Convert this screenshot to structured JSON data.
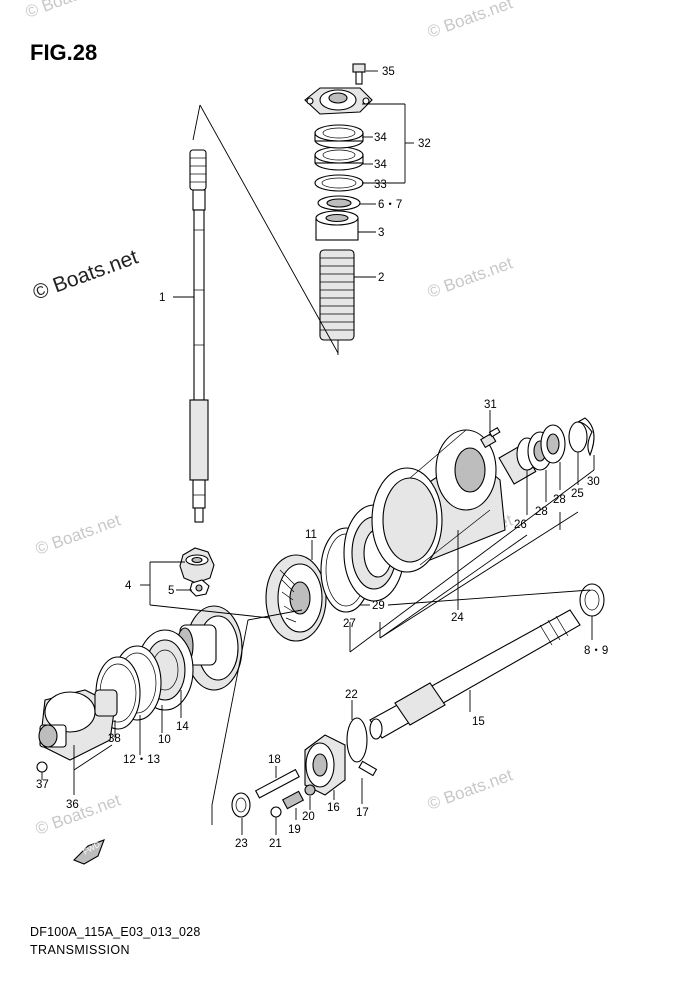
{
  "figure": {
    "title": "FIG.28"
  },
  "footer": {
    "code": "DF100A_115A_E03_013_028",
    "name": "TRANSMISSION"
  },
  "watermark": {
    "text": "© Boats.net",
    "prominent_text": "© Boats.net"
  },
  "arrow_label": "FWD",
  "callouts": [
    {
      "id": "c35",
      "text": "35"
    },
    {
      "id": "c34a",
      "text": "34"
    },
    {
      "id": "c32",
      "text": "32"
    },
    {
      "id": "c34b",
      "text": "34"
    },
    {
      "id": "c33",
      "text": "33"
    },
    {
      "id": "c67",
      "text": "6・7"
    },
    {
      "id": "c3",
      "text": "3"
    },
    {
      "id": "c2",
      "text": "2"
    },
    {
      "id": "c1",
      "text": "1"
    },
    {
      "id": "c31",
      "text": "31"
    },
    {
      "id": "c30",
      "text": "30"
    },
    {
      "id": "c25",
      "text": "25"
    },
    {
      "id": "c28a",
      "text": "28"
    },
    {
      "id": "c28b",
      "text": "28"
    },
    {
      "id": "c26",
      "text": "26"
    },
    {
      "id": "c11",
      "text": "11"
    },
    {
      "id": "c4",
      "text": "4"
    },
    {
      "id": "c5",
      "text": "5"
    },
    {
      "id": "c29",
      "text": "29"
    },
    {
      "id": "c27",
      "text": "27"
    },
    {
      "id": "c24",
      "text": "24"
    },
    {
      "id": "c89",
      "text": "8・9"
    },
    {
      "id": "c22",
      "text": "22"
    },
    {
      "id": "c15",
      "text": "15"
    },
    {
      "id": "c38",
      "text": "38"
    },
    {
      "id": "c1213",
      "text": "12・13"
    },
    {
      "id": "c10",
      "text": "10"
    },
    {
      "id": "c14",
      "text": "14"
    },
    {
      "id": "c37",
      "text": "37"
    },
    {
      "id": "c36",
      "text": "36"
    },
    {
      "id": "c18",
      "text": "18"
    },
    {
      "id": "c16",
      "text": "16"
    },
    {
      "id": "c17",
      "text": "17"
    },
    {
      "id": "c20",
      "text": "20"
    },
    {
      "id": "c19",
      "text": "19"
    },
    {
      "id": "c21",
      "text": "21"
    },
    {
      "id": "c23",
      "text": "23"
    }
  ]
}
